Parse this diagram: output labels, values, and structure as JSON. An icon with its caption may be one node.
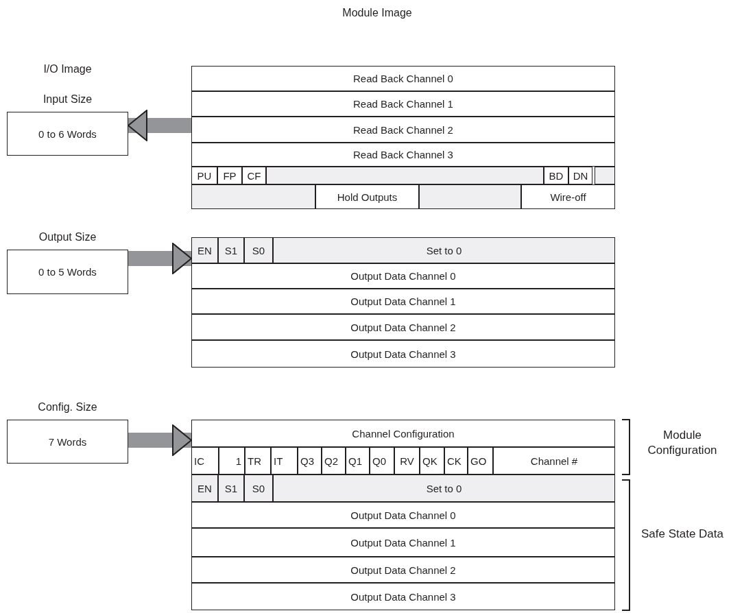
{
  "diagram": {
    "nodes": [
      {
        "text": [
          "Input Size",
          "0 to 6 Words"
        ]
      },
      {
        "text": [
          "Output Size",
          "0 to 5 Words"
        ]
      },
      {
        "text": [
          "Config. Size",
          "7 Words"
        ]
      },
      {
        "text": [],
        "shape": "box"
      },
      {
        "text": [
          "Read Back Channel 0"
        ],
        "in": 3
      },
      {
        "text": [
          "Read Back Channel 1"
        ],
        "in": 3
      },
      {
        "text": [
          "Read Back Channel 2"
        ],
        "in": 3
      },
      {
        "text": [
          "Read Back Channel 3"
        ],
        "in": 3
      },
      {
        "text": [
          "PU"
        ],
        "in": 3
      },
      {
        "text": [
          "FP"
        ],
        "in": 3
      },
      {
        "text": [
          "CF"
        ],
        "in": 3
      },
      {
        "text": [
          "BD"
        ],
        "in": 3
      },
      {
        "text": [
          "DN"
        ],
        "in": 3
      },
      {
        "text": [
          "Hold Outputs"
        ],
        "in": 3
      },
      {
        "text": [
          "Wire-off"
        ],
        "in": 3
      },
      {
        "text": [],
        "shape": "box"
      },
      {
        "text": [
          "EN"
        ],
        "in": 15
      },
      {
        "text": [
          "S1"
        ],
        "in": 15
      },
      {
        "text": [
          "S0"
        ],
        "in": 15
      },
      {
        "text": [
          "Set to 0"
        ],
        "in": 15
      },
      {
        "text": [
          "Output Data Channel 0"
        ],
        "in": 15
      },
      {
        "text": [
          "Output Data Channel 1"
        ],
        "in": 15
      },
      {
        "text": [
          "Output Data Channel 2"
        ],
        "in": 15
      },
      {
        "text": [
          "Output Data Channel 3"
        ],
        "in": 15
      },
      {
        "text": [],
        "shape": "box"
      },
      {
        "text": [
          "Channel Configuration"
        ],
        "in": 24
      },
      {
        "text": [
          "IC"
        ],
        "in": 24
      },
      {
        "text": [
          "1"
        ],
        "in": 24
      },
      {
        "text": [
          "TR"
        ],
        "in": 24
      },
      {
        "text": [
          "IT"
        ],
        "in": 24
      },
      {
        "text": [
          "Q3"
        ],
        "in": 24
      },
      {
        "text": [
          "Q2"
        ],
        "in": 24
      },
      {
        "text": [
          "Q1"
        ],
        "in": 24
      },
      {
        "text": [
          "Q0"
        ],
        "in": 24
      },
      {
        "text": [
          "RV"
        ],
        "in": 24
      },
      {
        "text": [
          "QK"
        ],
        "in": 24
      },
      {
        "text": [
          "CK"
        ],
        "in": 24
      },
      {
        "text": [
          "GO"
        ],
        "in": 24
      },
      {
        "text": [
          "Channel #"
        ],
        "in": 24
      },
      {
        "text": [
          "EN"
        ],
        "in": 24
      },
      {
        "text": [
          "S1"
        ],
        "in": 24
      },
      {
        "text": [
          "S0"
        ],
        "in": 24
      },
      {
        "text": [
          "Set to 0"
        ],
        "in": 24
      },
      {
        "text": [
          "Output Data Channel 0"
        ],
        "in": 24
      },
      {
        "text": [
          "Output Data Channel 1"
        ],
        "in": 24
      },
      {
        "text": [
          "Output Data Channel 2"
        ],
        "in": 24
      },
      {
        "text": [
          "Output Data Channel 3"
        ],
        "in": 24
      }
    ],
    "edges": [
      {
        "from": 3,
        "to": 0,
        "arrow": "to"
      },
      {
        "from": 1,
        "to": 15,
        "arrow": "to"
      },
      {
        "from": 2,
        "to": 24,
        "arrow": "to"
      }
    ],
    "labels": [
      "Module Image",
      "I/O Image",
      "Module Configuration",
      "Safe State Data"
    ]
  }
}
